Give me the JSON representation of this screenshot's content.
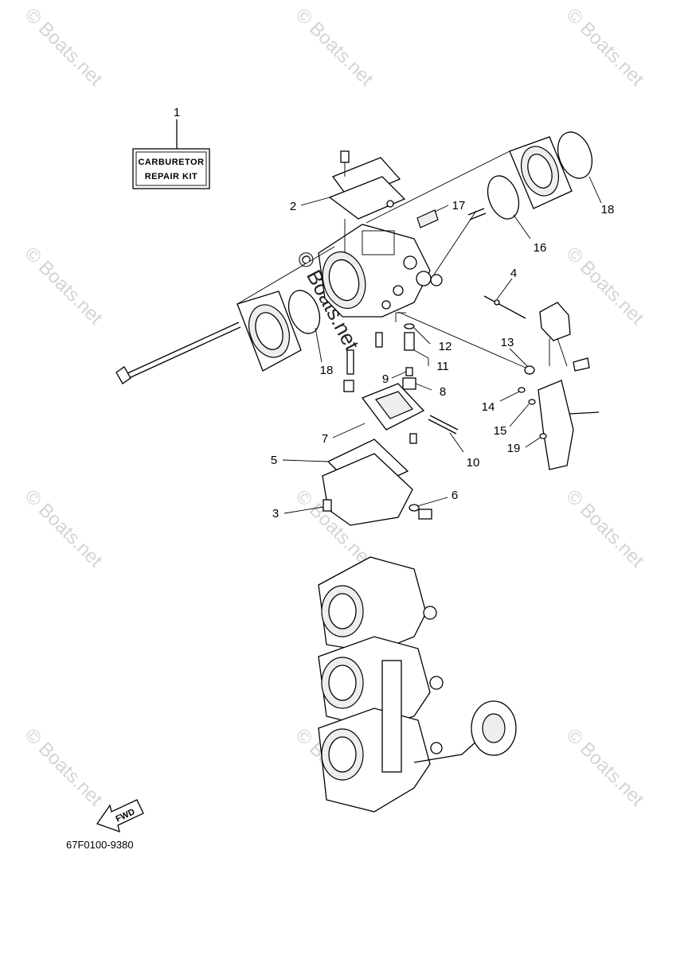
{
  "diagram_code": "67F0100-9380",
  "repair_kit": {
    "line1": "CARBURETOR",
    "line2": "REPAIR KIT"
  },
  "fwd_label": "FWD",
  "watermark_text": "© Boats.net",
  "callouts": {
    "c1": "1",
    "c2": "2",
    "c3": "3",
    "c4": "4",
    "c5": "5",
    "c6": "6",
    "c7": "7",
    "c8": "8",
    "c9": "9",
    "c10": "10",
    "c11": "11",
    "c12": "12",
    "c13": "13",
    "c14": "14",
    "c15": "15",
    "c16": "16",
    "c17": "17",
    "c18a": "18",
    "c18b": "18",
    "c19": "19"
  }
}
